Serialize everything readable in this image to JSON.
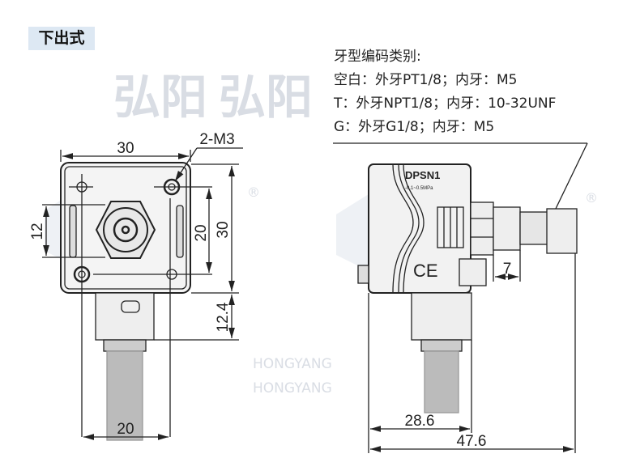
{
  "title": "下出式",
  "thread_codes": {
    "heading": "牙型编码类别:",
    "lines": [
      "空白：外牙PT1/8；内牙：M5",
      " T：外牙NPT1/8；内牙：10-32UNF",
      "G：外牙G1/8；内牙：M5"
    ]
  },
  "watermark": {
    "cn": "弘阳",
    "en": "HONGYANG",
    "mark": "®"
  },
  "front_view": {
    "width": "30",
    "height": "30",
    "hole_spacing": "20",
    "slot": "12",
    "holes": "2-M3",
    "stem": "12.4",
    "bottom_width": "20"
  },
  "side_view": {
    "model": "DPSN1",
    "range": "-0.1~0.5MPa",
    "ce": "CE",
    "body_depth": "28.6",
    "total_depth": "47.6",
    "fitting": "7"
  }
}
